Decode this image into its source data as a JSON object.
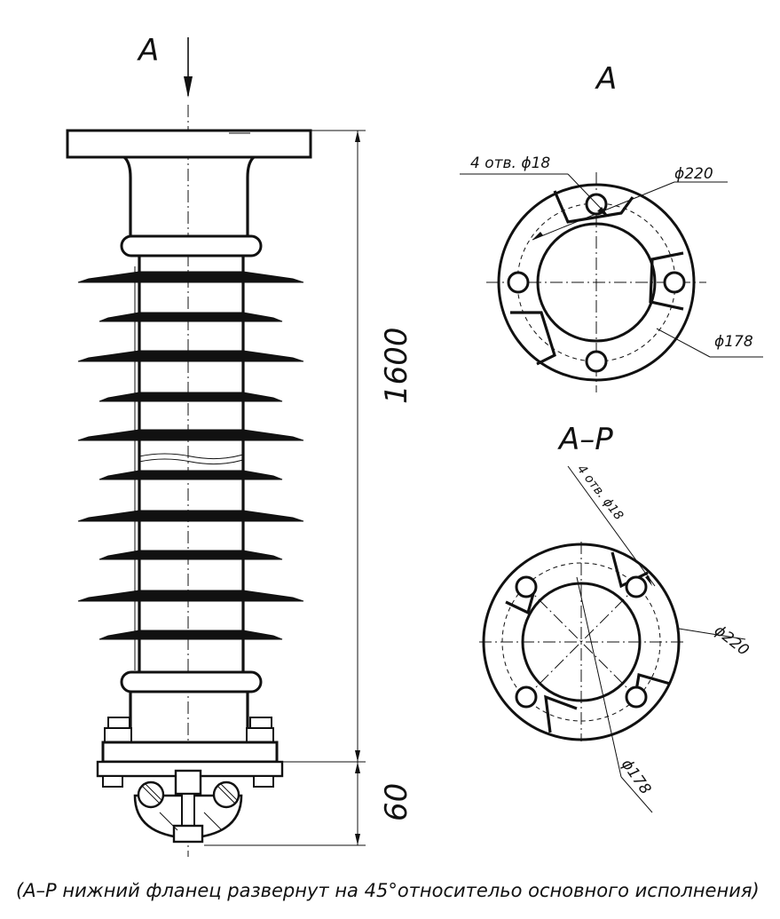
{
  "main_view": {
    "view_arrow_label": "A",
    "height_dimension": "1600",
    "bottom_dimension": "60"
  },
  "view_a": {
    "title": "A",
    "holes_label": "4 отв. ϕ18",
    "outer_diameter_label": "ϕ220",
    "bolt_circle_label": "ϕ178"
  },
  "view_ap": {
    "title": "A–P",
    "holes_label": "4 отв. ϕ18",
    "outer_diameter_label": "ϕ220",
    "bolt_circle_label": "ϕ178"
  },
  "footnote": "(А–Р нижний фланец развернут на 45°относительо основного исполнения)"
}
